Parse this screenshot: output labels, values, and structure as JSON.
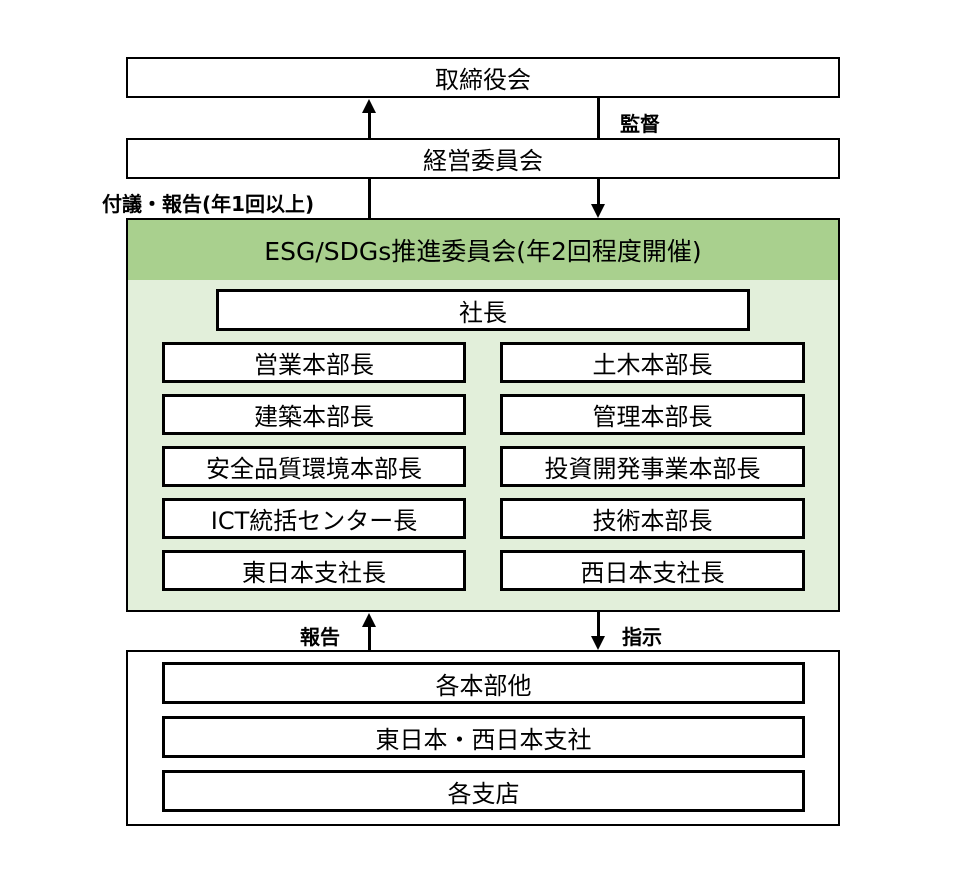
{
  "board": "取締役会",
  "supervision_label": "監督",
  "management_committee": "経営委員会",
  "report_up_label": "付議・報告(年1回以上)",
  "esg_committee": {
    "title": "ESG/SDGs推進委員会(年2回程度開催)",
    "president": "社長",
    "members_left": [
      "営業本部長",
      "建築本部長",
      "安全品質環境本部長",
      "ICT統括センター長",
      "東日本支社長"
    ],
    "members_right": [
      "土木本部長",
      "管理本部長",
      "投資開発事業本部長",
      "技術本部長",
      "西日本支社長"
    ],
    "header_color": "#a9d08e",
    "body_color": "#e2efda"
  },
  "report_label": "報告",
  "instruction_label": "指示",
  "units": [
    "各本部他",
    "東日本・西日本支社",
    "各支店"
  ]
}
